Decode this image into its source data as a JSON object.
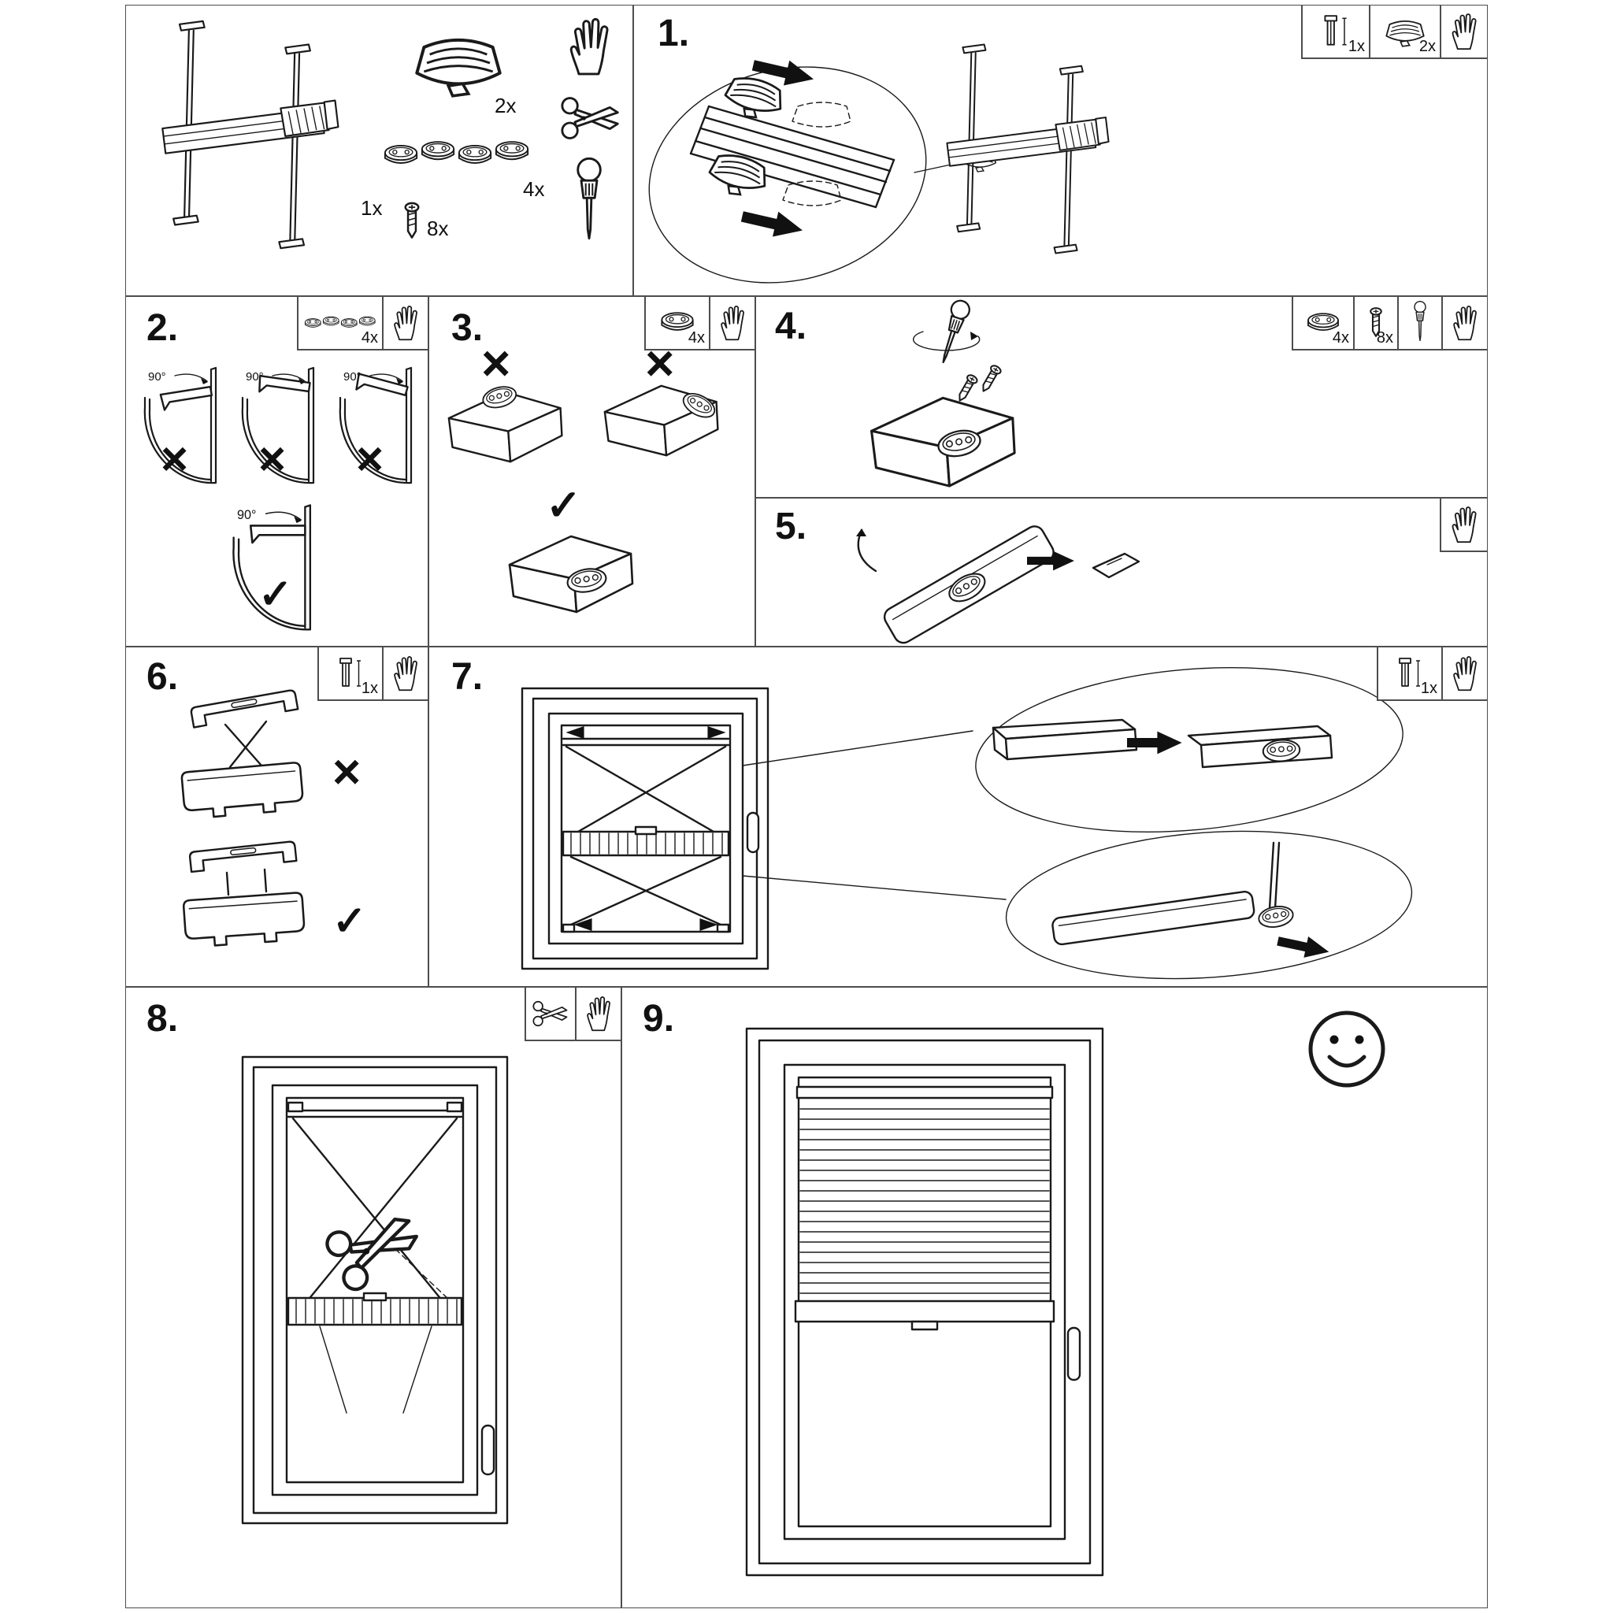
{
  "document": {
    "kind": "assembly instruction sheet",
    "product": "tension-mounted pleated window blind"
  },
  "colors": {
    "line": "#1a1a1a",
    "panel_border": "#4d4d4d",
    "background": "#ffffff"
  },
  "marks": {
    "wrong": "×",
    "right": "✓"
  },
  "angle_label": "90°",
  "parts_overview": {
    "blind_assembly": {
      "icon": "blind-assembly",
      "qty": "1x"
    },
    "clip": {
      "icon": "tension-clip",
      "qty": "2x"
    },
    "bracket": {
      "icon": "mounting-bracket",
      "qty": "4x"
    },
    "screw": {
      "icon": "screw",
      "qty": "8x"
    },
    "tools": [
      "hand-icon",
      "scissors-icon",
      "screwdriver-icon"
    ]
  },
  "steps": {
    "s1": {
      "number": "1.",
      "tools": [
        {
          "icon": "side-bracket-icon",
          "qty": "1x"
        },
        {
          "icon": "clip-icon",
          "qty": "2x"
        },
        {
          "icon": "hand-icon"
        }
      ]
    },
    "s2": {
      "number": "2.",
      "tools": [
        {
          "icon": "bracket-strip-icon",
          "qty": "4x"
        },
        {
          "icon": "hand-icon"
        }
      ]
    },
    "s3": {
      "number": "3.",
      "tools": [
        {
          "icon": "bracket-icon",
          "qty": "4x"
        },
        {
          "icon": "hand-icon"
        }
      ]
    },
    "s4": {
      "number": "4.",
      "tools": [
        {
          "icon": "bracket-icon",
          "qty": "4x"
        },
        {
          "icon": "screw-icon",
          "qty": "8x"
        },
        {
          "icon": "screwdriver-icon"
        },
        {
          "icon": "hand-icon"
        }
      ]
    },
    "s5": {
      "number": "5.",
      "tools": [
        {
          "icon": "hand-icon"
        }
      ]
    },
    "s6": {
      "number": "6.",
      "tools": [
        {
          "icon": "side-bracket-icon",
          "qty": "1x"
        },
        {
          "icon": "hand-icon"
        }
      ]
    },
    "s7": {
      "number": "7.",
      "tools": [
        {
          "icon": "side-bracket-icon",
          "qty": "1x"
        },
        {
          "icon": "hand-icon"
        }
      ]
    },
    "s8": {
      "number": "8.",
      "tools": [
        {
          "icon": "scissors-icon"
        },
        {
          "icon": "hand-icon"
        }
      ]
    },
    "s9": {
      "number": "9.",
      "result_icon": "smiley-icon"
    }
  }
}
